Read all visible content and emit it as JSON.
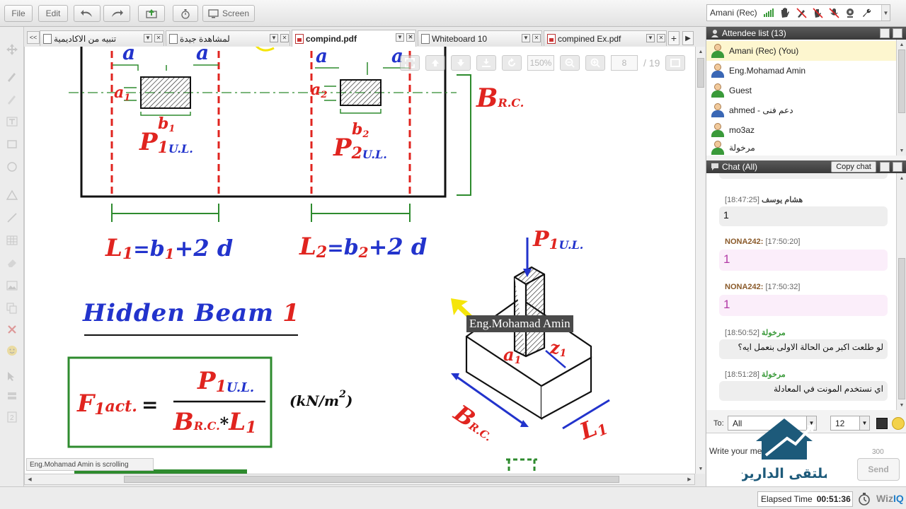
{
  "toolbar": {
    "file_label": "File",
    "edit_label": "Edit",
    "screen_label": "Screen",
    "user_name": "Amani (Rec)"
  },
  "tabs": {
    "more_label": "<<",
    "items": [
      {
        "label": "تنبيه من الاكاديمية",
        "type": "doc",
        "active": false
      },
      {
        "label": "لمشاهدة جيدة",
        "type": "doc",
        "active": false
      },
      {
        "label": "compind.pdf",
        "type": "pdf",
        "active": true
      },
      {
        "label": "Whiteboard 10",
        "type": "doc",
        "active": false
      },
      {
        "label": "compined Ex.pdf",
        "type": "pdf",
        "active": false
      }
    ],
    "add_label": "+"
  },
  "pdf_toolbar": {
    "zoom": "150%",
    "page": "8",
    "page_total": "/ 19"
  },
  "document": {
    "pointer_label": "Eng.Mohamad Amin",
    "status_tip": "Eng.Mohamad Amin is scrolling",
    "drawing": {
      "dim_a": "a",
      "a1": "a",
      "a1_sub": "1",
      "a2": "a",
      "a2_sub": "2",
      "b1": "b",
      "b1_sub": "1",
      "b2": "b",
      "b2_sub": "2",
      "p1_main": "P",
      "p1_num": "1",
      "p_sub": "U.L.",
      "p2_main": "P",
      "p2_num": "2",
      "brc_main": "B",
      "brc_sub": "R.C.",
      "l1_formula": "L",
      "l1_num": "1",
      "l1_eq": "=",
      "l1_b": "b",
      "l1_bnum": "1",
      "l1_rest": "+2 d",
      "l2_num": "2",
      "l2_bnum": "2",
      "hidden_beam": "Hidden  Beam",
      "hidden_beam_num": "1",
      "f_main": "F",
      "f_num": "1",
      "f_sub": "act.",
      "f_eq": "=",
      "frac_denom_b": "B",
      "frac_denom_sub": "R.C.",
      "frac_denom_mul": "*",
      "frac_denom_l": "L",
      "frac_denom_lnum": "1",
      "units": "(kN/m",
      "units_sup": "2",
      "units_close": ")",
      "iso_p": "P",
      "iso_pnum": "1",
      "iso_psub": "U.L.",
      "iso_a": "a",
      "iso_anum": "1",
      "iso_z": "z",
      "iso_znum": "1",
      "iso_b": "B",
      "iso_bsub": "R.C.",
      "iso_l": "L",
      "iso_lnum": "1"
    }
  },
  "attendees": {
    "title": "Attendee list (13)",
    "items": [
      {
        "name": "Amani (Rec) (You)",
        "self": true,
        "color": "#3a9a3a"
      },
      {
        "name": "Eng.Mohamad Amin",
        "self": false,
        "color": "#3a67b5"
      },
      {
        "name": "Guest",
        "self": false,
        "color": "#3a9a3a"
      },
      {
        "name": "ahmed - دعم فنى",
        "self": false,
        "color": "#3a67b5"
      },
      {
        "name": "mo3az",
        "self": false,
        "color": "#3a9a3a"
      },
      {
        "name": "مرخولة",
        "self": false,
        "color": "#3a9a3a"
      }
    ]
  },
  "chat": {
    "title": "Chat (All)",
    "copy_label": "Copy chat",
    "messages": [
      {
        "sender": "هشام يوسف",
        "time": "[18:47:25]",
        "text": "1",
        "style": "gray",
        "sender_color": "#444"
      },
      {
        "sender": "NONA242:",
        "time": "[17:50:20]",
        "text": "1",
        "style": "pink",
        "sender_color": "#8a5a2a"
      },
      {
        "sender": "NONA242:",
        "time": "[17:50:32]",
        "text": "1",
        "style": "pink",
        "sender_color": "#8a5a2a"
      },
      {
        "sender": "مرخولة",
        "time": "[18:50:52]",
        "text": "لو طلعت اكبر من الحالة الاولى بنعمل ايه؟",
        "style": "gray",
        "sender_color": "#3a9a3a"
      },
      {
        "sender": "مرخولة",
        "time": "[18:51:28]",
        "text": "اي نستخدم المونت في المعادلة",
        "style": "gray",
        "sender_color": "#3a9a3a"
      }
    ],
    "to_label": "To:",
    "to_value": "All",
    "font_size": "12",
    "input_placeholder": "Write your mes",
    "char_count": "300",
    "send_label": "Send",
    "watermark_text": "ملتقى الدارين"
  },
  "footer": {
    "elapsed_label": "Elapsed Time",
    "elapsed_value": "00:51:36",
    "brand_a": "Wiz",
    "brand_b": "IQ"
  },
  "colors": {
    "red": "#e0241f",
    "blue": "#2233cc",
    "green": "#2e8b2e",
    "black": "#111111"
  }
}
